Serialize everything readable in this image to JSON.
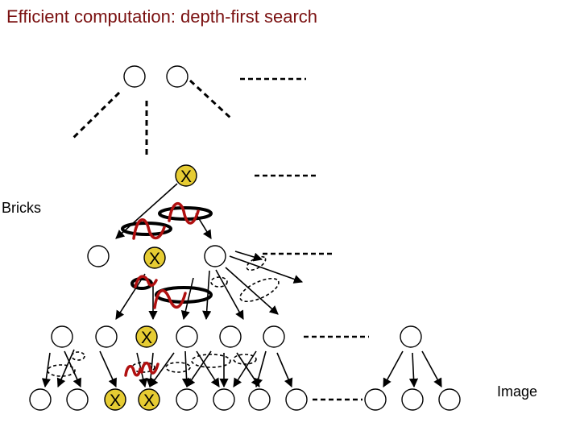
{
  "title": "Efficient computation: depth-first search",
  "labels": {
    "bricks": "Bricks",
    "image": "Image"
  },
  "node_marker": "X",
  "colors": {
    "title": "#7a1010",
    "marker_fill": "#e6cc33",
    "wave": "#b01010",
    "node_stroke": "#000000"
  }
}
